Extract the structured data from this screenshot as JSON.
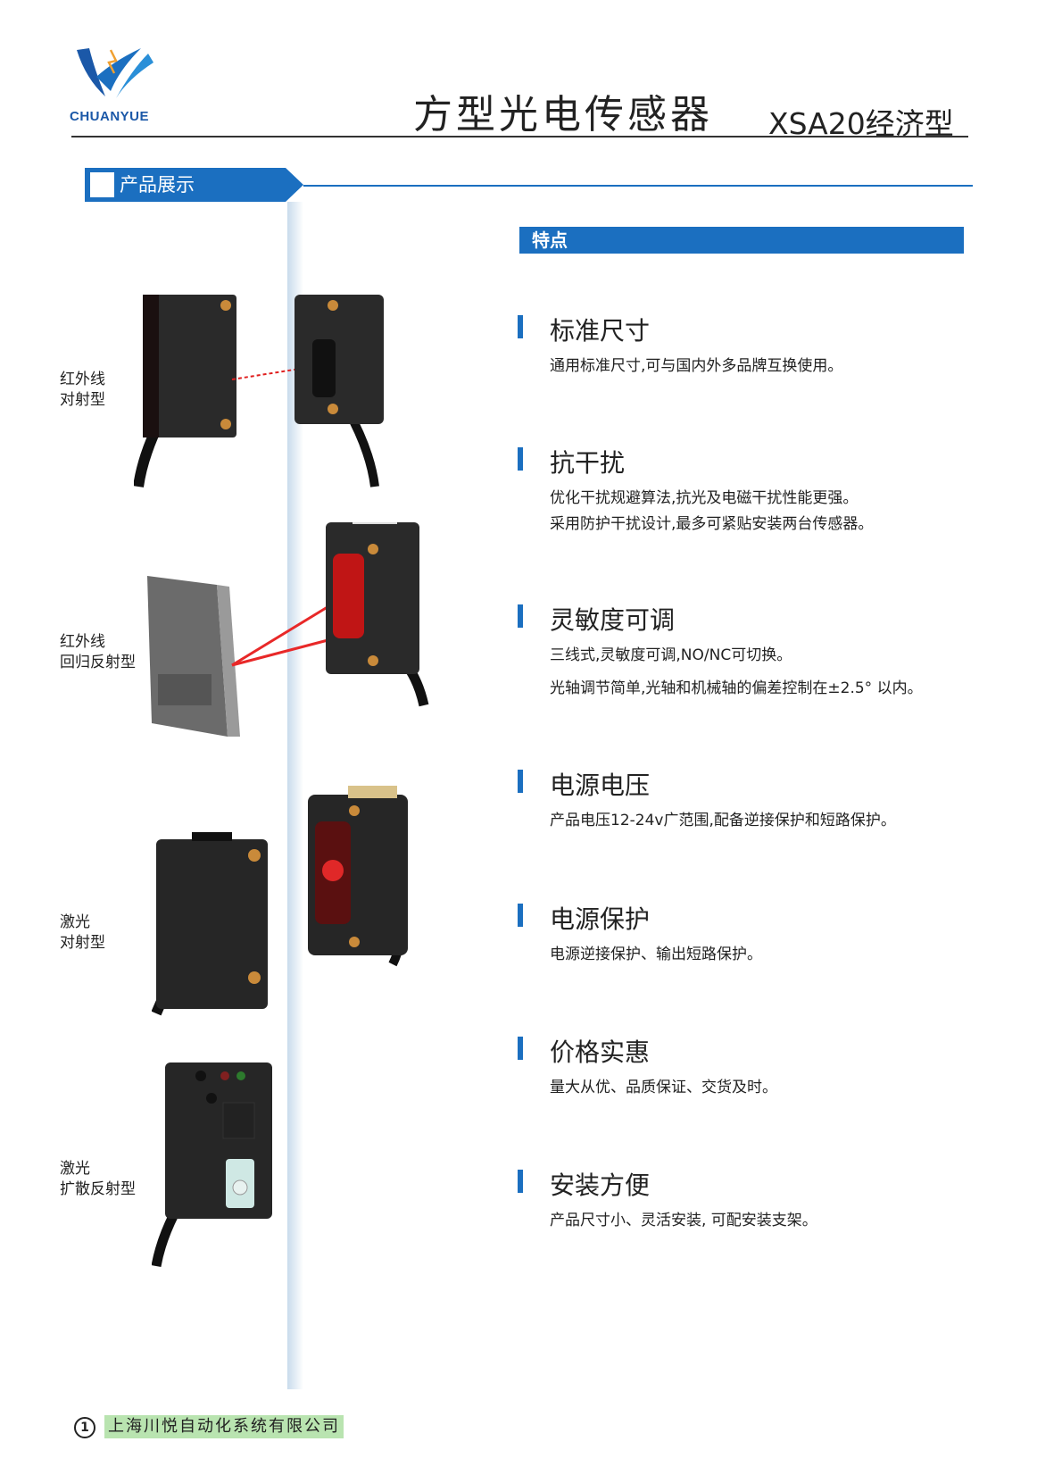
{
  "header": {
    "brand": "CHUANYUE",
    "title": "方型光电传感器",
    "subtitle": "XSA20经济型"
  },
  "section": {
    "label": "产品展示"
  },
  "products": [
    {
      "line1": "红外线",
      "line2": "对射型"
    },
    {
      "line1": "红外线",
      "line2": "回归反射型"
    },
    {
      "line1": "激光",
      "line2": "对射型"
    },
    {
      "line1": "激光",
      "line2": "扩散反射型"
    }
  ],
  "features": {
    "header": "特点",
    "items": [
      {
        "title": "标准尺寸",
        "lines": [
          "通用标准尺寸,可与国内外多品牌互换使用。"
        ]
      },
      {
        "title": "抗干扰",
        "lines": [
          "优化干扰规避算法,抗光及电磁干扰性能更强。",
          "采用防护干扰设计,最多可紧贴安装两台传感器。"
        ]
      },
      {
        "title": "灵敏度可调",
        "lines": [
          "三线式,灵敏度可调,NO/NC可切换。",
          "光轴调节简单,光轴和机械轴的偏差控制在±2.5° 以内。"
        ]
      },
      {
        "title": "电源电压",
        "lines": [
          "产品电压12-24v广范围,配备逆接保护和短路保护。"
        ]
      },
      {
        "title": "电源保护",
        "lines": [
          "电源逆接保护、输出短路保护。"
        ]
      },
      {
        "title": "价格实惠",
        "lines": [
          "量大从优、品质保证、交货及时。"
        ]
      },
      {
        "title": "安装方便",
        "lines": [
          "产品尺寸小、灵活安装, 可配安装支架。"
        ]
      }
    ]
  },
  "footer": {
    "page_number": "1",
    "company": "上海川悦自动化系统有限公司"
  },
  "colors": {
    "accent": "#1b6fc0",
    "brand": "#1b58a8",
    "footer_highlight": "#b9e4b0"
  }
}
